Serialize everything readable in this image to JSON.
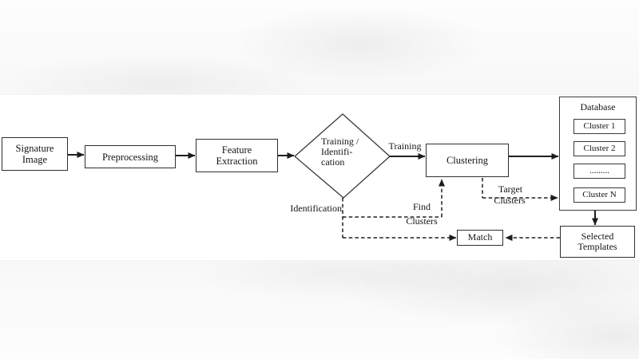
{
  "figure": {
    "type": "flowchart",
    "background_color": "#ffffff",
    "line_color": "#1f1f1f",
    "box_fill": "#ffffff",
    "nodes": {
      "signature_image": {
        "line1": "Signature",
        "line2": "Image"
      },
      "preprocessing": {
        "label": "Preprocessing"
      },
      "feature_extraction": {
        "line1": "Feature",
        "line2": "Extraction"
      },
      "decision": {
        "line1": "Training /",
        "line2": "Identifi-",
        "line3": "cation"
      },
      "clustering": {
        "label": "Clustering"
      },
      "database": {
        "title": "Database",
        "rows": [
          "Cluster 1",
          "Cluster 2",
          ".........",
          "Cluster N"
        ]
      },
      "selected_templates": {
        "line1": "Selected",
        "line2": "Templates"
      },
      "match": {
        "label": "Match"
      }
    },
    "edge_labels": {
      "training": "Training",
      "identification": "Identification",
      "find_line1": "Find",
      "find_line2": "Clusters",
      "target_line1": "Target",
      "target_line2": "Clusters"
    }
  }
}
